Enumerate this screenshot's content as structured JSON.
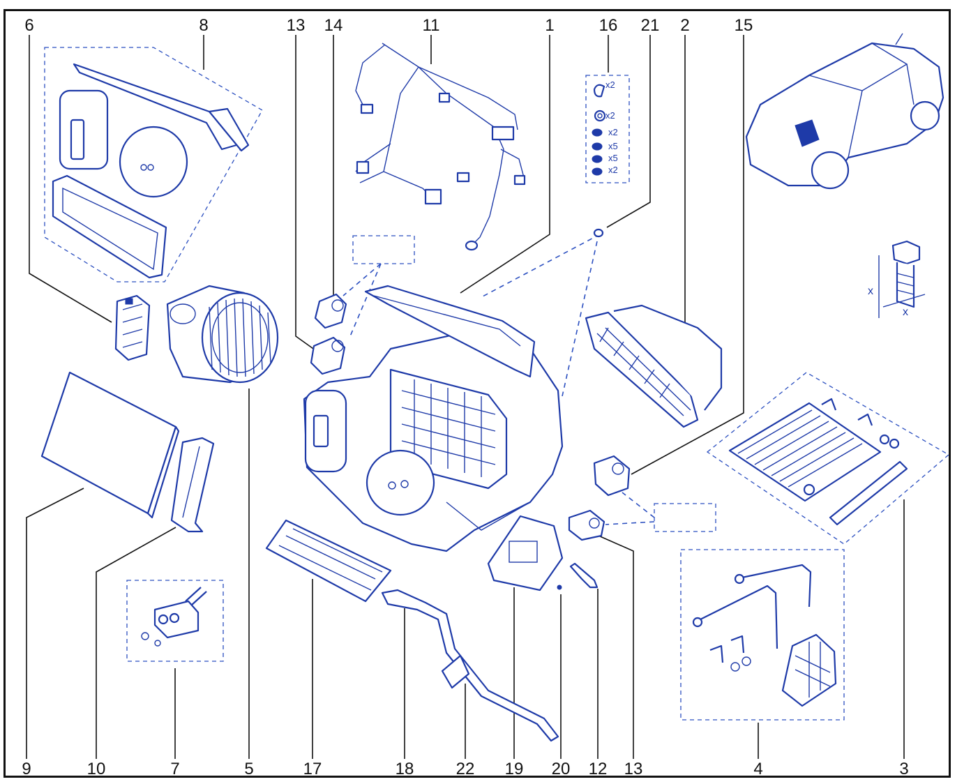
{
  "callouts_top": [
    "6",
    "8",
    "13",
    "14",
    "11",
    "1",
    "16",
    "21",
    "2",
    "15"
  ],
  "callouts_bottom": [
    "9",
    "10",
    "7",
    "5",
    "17",
    "18",
    "22",
    "19",
    "20",
    "12",
    "13",
    "4",
    "3"
  ],
  "fastener_quantities": [
    "x2",
    "x2",
    "x2",
    "x5",
    "x5",
    "x2"
  ],
  "measure_labels": [
    "x",
    "x"
  ],
  "colors": {
    "line_art": "#1e3aa8",
    "callout_text": "#111111",
    "frame": "#111111",
    "background": "#ffffff"
  }
}
